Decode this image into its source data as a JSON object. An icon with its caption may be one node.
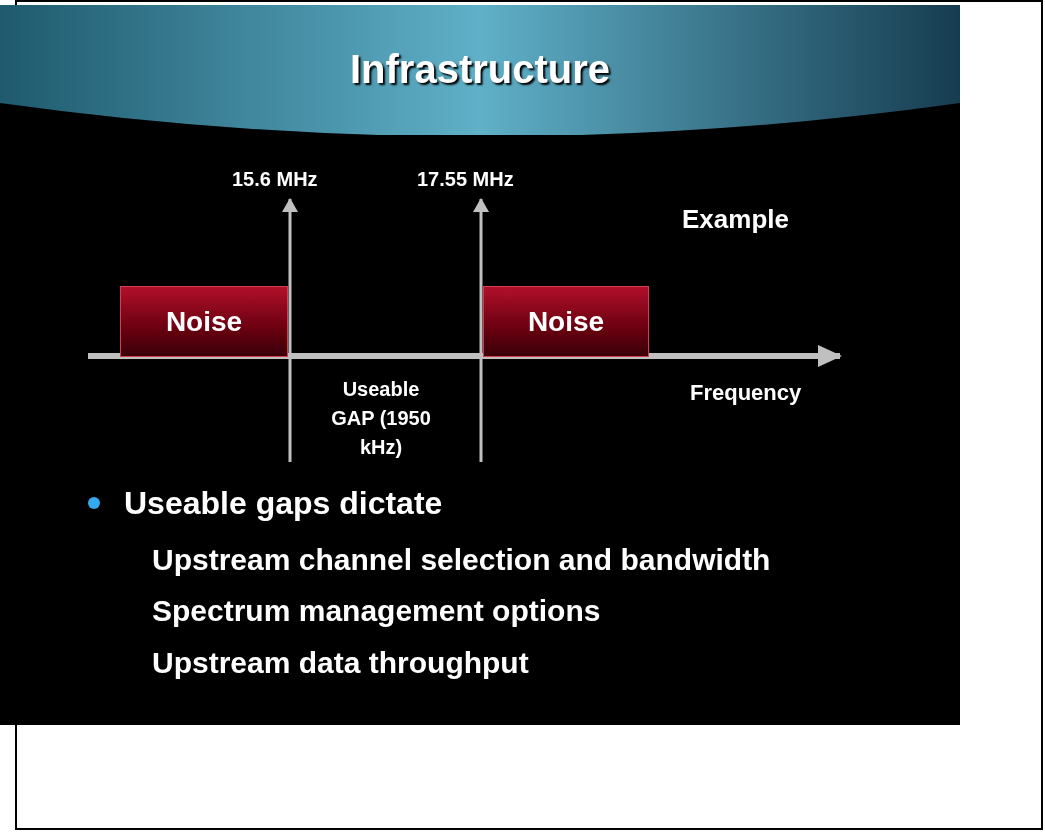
{
  "diagram": {
    "title": "Infrastructure",
    "nodes": [
      {
        "text": [
          "Noise"
        ]
      },
      {
        "text": [
          "Noise"
        ]
      }
    ],
    "labels": [
      "15.6 MHz",
      "17.55 MHz",
      "Example",
      "Useable GAP (1950 kHz)",
      "Frequency",
      "Useable gaps dictate",
      "Upstream channel selection and bandwidth",
      "Spectrum management options",
      "Upstream data throughput"
    ]
  }
}
